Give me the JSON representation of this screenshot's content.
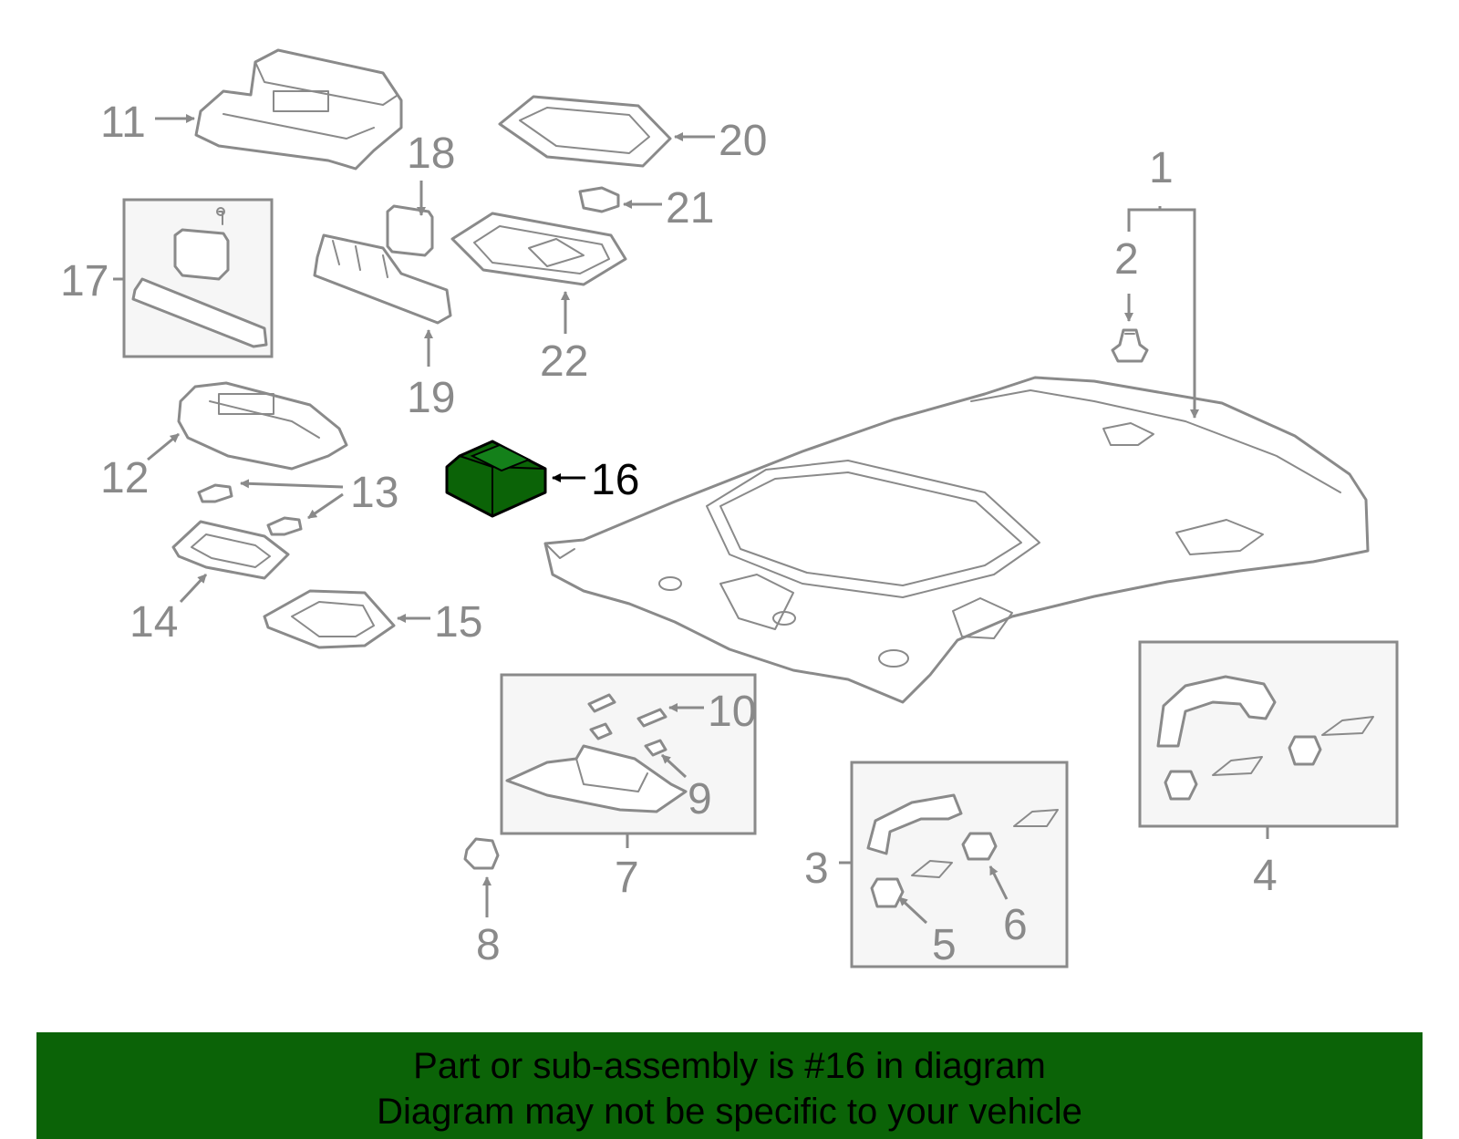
{
  "highlight_color": "#0b6307",
  "line_color": "#8a8a8a",
  "callouts": {
    "c1": "1",
    "c2": "2",
    "c3": "3",
    "c4": "4",
    "c5": "5",
    "c6": "6",
    "c7": "7",
    "c8": "8",
    "c9": "9",
    "c10": "10",
    "c11": "11",
    "c12": "12",
    "c13": "13",
    "c14": "14",
    "c15": "15",
    "c16": "16",
    "c17": "17",
    "c18": "18",
    "c19": "19",
    "c20": "20",
    "c21": "21",
    "c22": "22"
  },
  "banner": {
    "line1": "Part or sub-assembly is #16 in diagram",
    "line2": "Diagram may not be specific to your vehicle"
  }
}
